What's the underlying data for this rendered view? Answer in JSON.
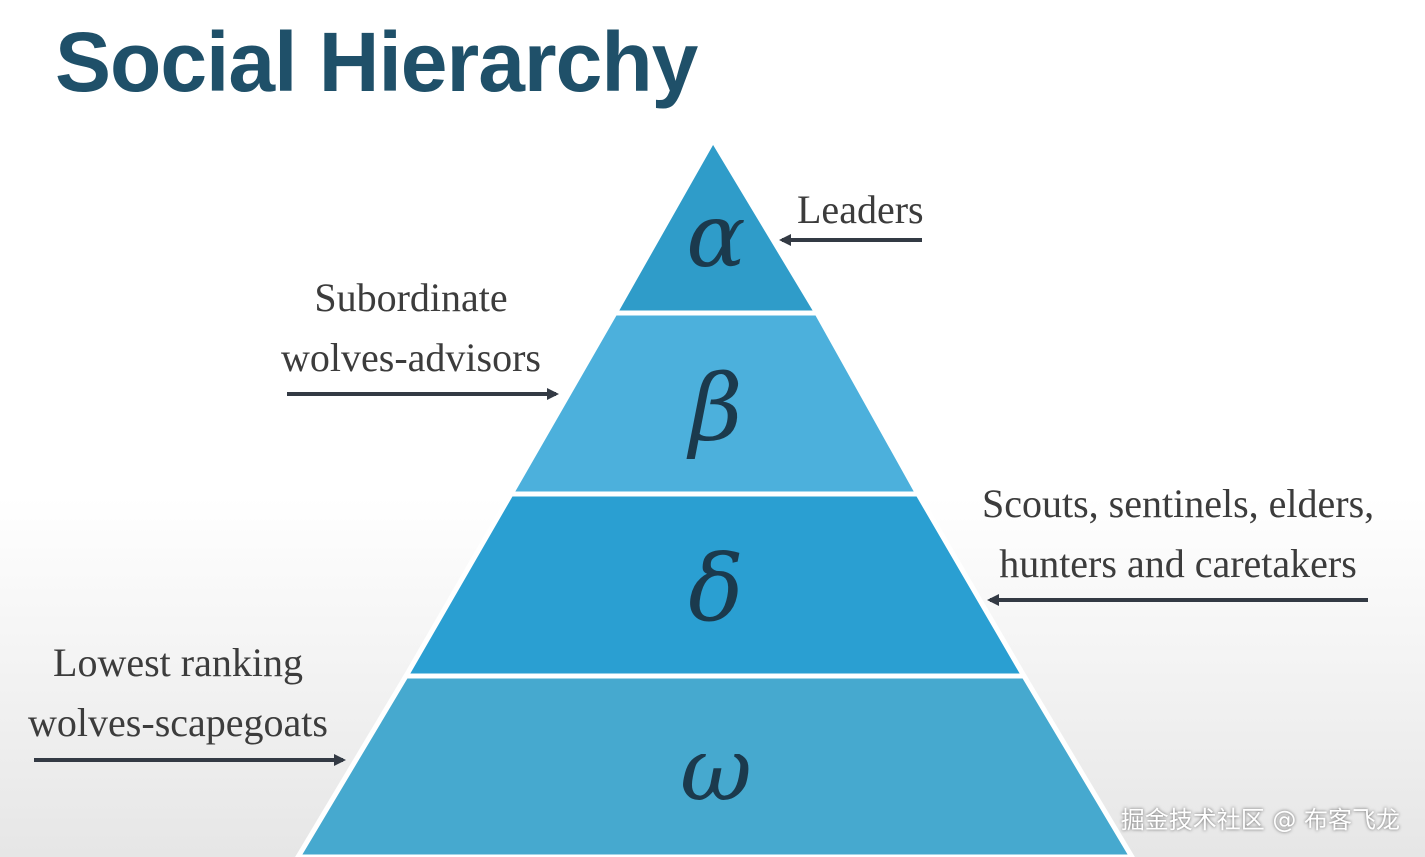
{
  "title": "Social Hierarchy",
  "pyramid": {
    "levels": [
      {
        "symbol": "α",
        "fill": "#2f9cc9"
      },
      {
        "symbol": "β",
        "fill": "#4cb0dc"
      },
      {
        "symbol": "δ",
        "fill": "#2a9fd2"
      },
      {
        "symbol": "ω",
        "fill": "#46a9cf"
      }
    ],
    "symbol_color": "#1b3a4d"
  },
  "annotations": {
    "leaders": {
      "lines": [
        "Leaders"
      ]
    },
    "subordinate": {
      "lines": [
        "Subordinate",
        "wolves-advisors"
      ]
    },
    "scouts": {
      "lines": [
        "Scouts, sentinels, elders,",
        "hunters and caretakers"
      ]
    },
    "lowest": {
      "lines": [
        "Lowest ranking",
        "wolves-scapegoats"
      ]
    }
  },
  "watermark": "掘金技术社区 @ 布客飞龙"
}
